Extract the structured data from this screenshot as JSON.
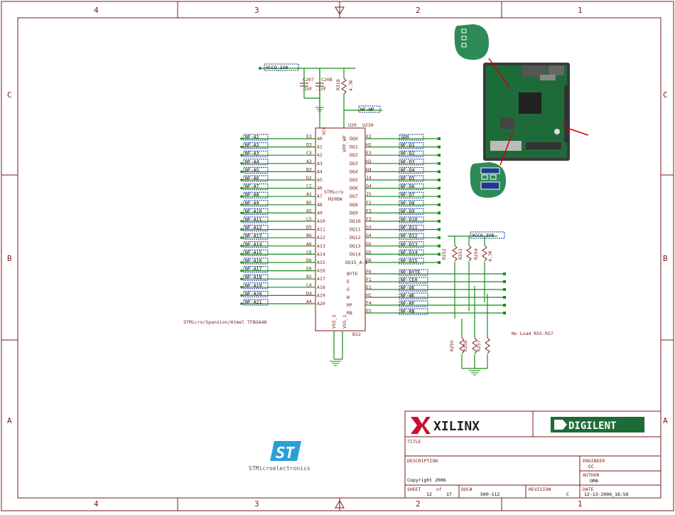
{
  "zones": {
    "top": [
      "4",
      "3",
      "2",
      "1"
    ],
    "bottom": [
      "4",
      "3",
      "2",
      "1"
    ],
    "left": [
      "C",
      "B",
      "A"
    ],
    "right": [
      "C",
      "B",
      "A"
    ]
  },
  "power": {
    "vccio": "VCCO_1V8",
    "vccio_b": "VCCO_3V8",
    "nf_wp": "NF-WP"
  },
  "caps": {
    "c207": "C207",
    "c208": "C208",
    "values": ".1UF  .1UF"
  },
  "resistors": {
    "r318": "R318",
    "r318_val": "4.7K",
    "r252": "R252",
    "r253": "R253",
    "r254": "R254",
    "r255": "R255",
    "r256": "R256",
    "r257": "R257",
    "val": "4.7K"
  },
  "chip": {
    "name": "STMicro",
    "part": "M29DW",
    "ref_top": "U20",
    "pin_top_left": "VCC",
    "pin_top_right": "VPP_WP",
    "pin_u230": "U230",
    "vss1": "VSS_2",
    "vss2": "VSS_1",
    "pin_b12": "B12"
  },
  "left_nets": [
    "NF-A1",
    "NF-A2",
    "NF-A3",
    "NF-A4",
    "NF-A5",
    "NF-A6",
    "NF-A7",
    "NF-A8",
    "NF-A9",
    "NF-A10",
    "NF-A11",
    "NF-A12",
    "NF-A13",
    "NF-A14",
    "NF-A15",
    "NF-A16",
    "NF-A17",
    "NF-A18",
    "NF-A19",
    "NF-A20",
    "NF-A21"
  ],
  "left_pins_outer": [
    "E3",
    "D3",
    "C3",
    "A3",
    "B3",
    "D2",
    "C2",
    "A2",
    "B5",
    "A5",
    "C5",
    "D5",
    "B6",
    "A6",
    "C6",
    "D6",
    "E6",
    "B2",
    "C4",
    "D4",
    "A4"
  ],
  "left_pins_inner": [
    "A0",
    "A1",
    "A2",
    "A3",
    "A4",
    "A5",
    "A6",
    "A7",
    "A8",
    "A9",
    "A10",
    "A11",
    "A12",
    "A13",
    "A14",
    "A15",
    "A16",
    "A17",
    "A18",
    "A19",
    "A20"
  ],
  "right_pins_inner": [
    "DQ0",
    "DQ1",
    "DQ2",
    "DQ3",
    "DQ4",
    "DQ5",
    "DQ6",
    "DQ7",
    "DQ8",
    "DQ9",
    "DQ10",
    "DQ11",
    "DQ12",
    "DQ13",
    "DQ14",
    "DQ15_A-1",
    "BYTE",
    "E",
    "G",
    "W",
    "RP",
    "RB"
  ],
  "right_pins_outer": [
    "E2",
    "H2",
    "E3",
    "H3",
    "H4",
    "J4",
    "G4",
    "J5",
    "F2",
    "F3",
    "F3",
    "G3",
    "G4",
    "G5",
    "G5",
    "G6",
    "F6",
    "F1",
    "E1",
    "H1",
    "F4",
    "E5"
  ],
  "right_nets": [
    "SD0",
    "NF-D1",
    "NF-D2",
    "NF-D3",
    "NF-D4",
    "NF-D5",
    "NF-D6",
    "NF-D7",
    "NF-D8",
    "NF-D9",
    "NF-D10",
    "NF-D11",
    "NF-D12",
    "NF-D13",
    "NF-D14",
    "NF-D15",
    "NF-BYTE",
    "NF-CE0",
    "NF-OE",
    "NF-WE",
    "NF-RP",
    "NF-RB"
  ],
  "notes": {
    "manufacturer": "STMicro/Spansion/Atmel  TFBGA48",
    "no_load": "No Load R55-R57"
  },
  "title_block": {
    "xilinx": "XILINX",
    "digilent": "DIGILENT",
    "title_label": "TITLE",
    "description_label": "DESCRIPTION",
    "copyright": "Copyright 2006",
    "engineer_label": "ENGINEER",
    "engineer": "CC",
    "author_label": "AUTHOR",
    "author": "GMA",
    "sheet_label": "SHEET",
    "sheet_of": "of",
    "sheet_num": "12",
    "sheet_total": "17",
    "doc_label": "DOC#",
    "doc": "500-112",
    "revision_label": "REVISION",
    "revision": "C",
    "date_label": "DATE",
    "date": "12-13-2006_16:56"
  },
  "st_logo": {
    "mark": "ST",
    "name": "STMicroelectronics"
  },
  "colors": {
    "frame": "#7a1a1a",
    "wire": "#1a8a1a",
    "callout": "#2e8b57",
    "callout_blue": "#1f3a93",
    "xilinx_red": "#c8102e",
    "digilent_green": "#1d6b37"
  }
}
